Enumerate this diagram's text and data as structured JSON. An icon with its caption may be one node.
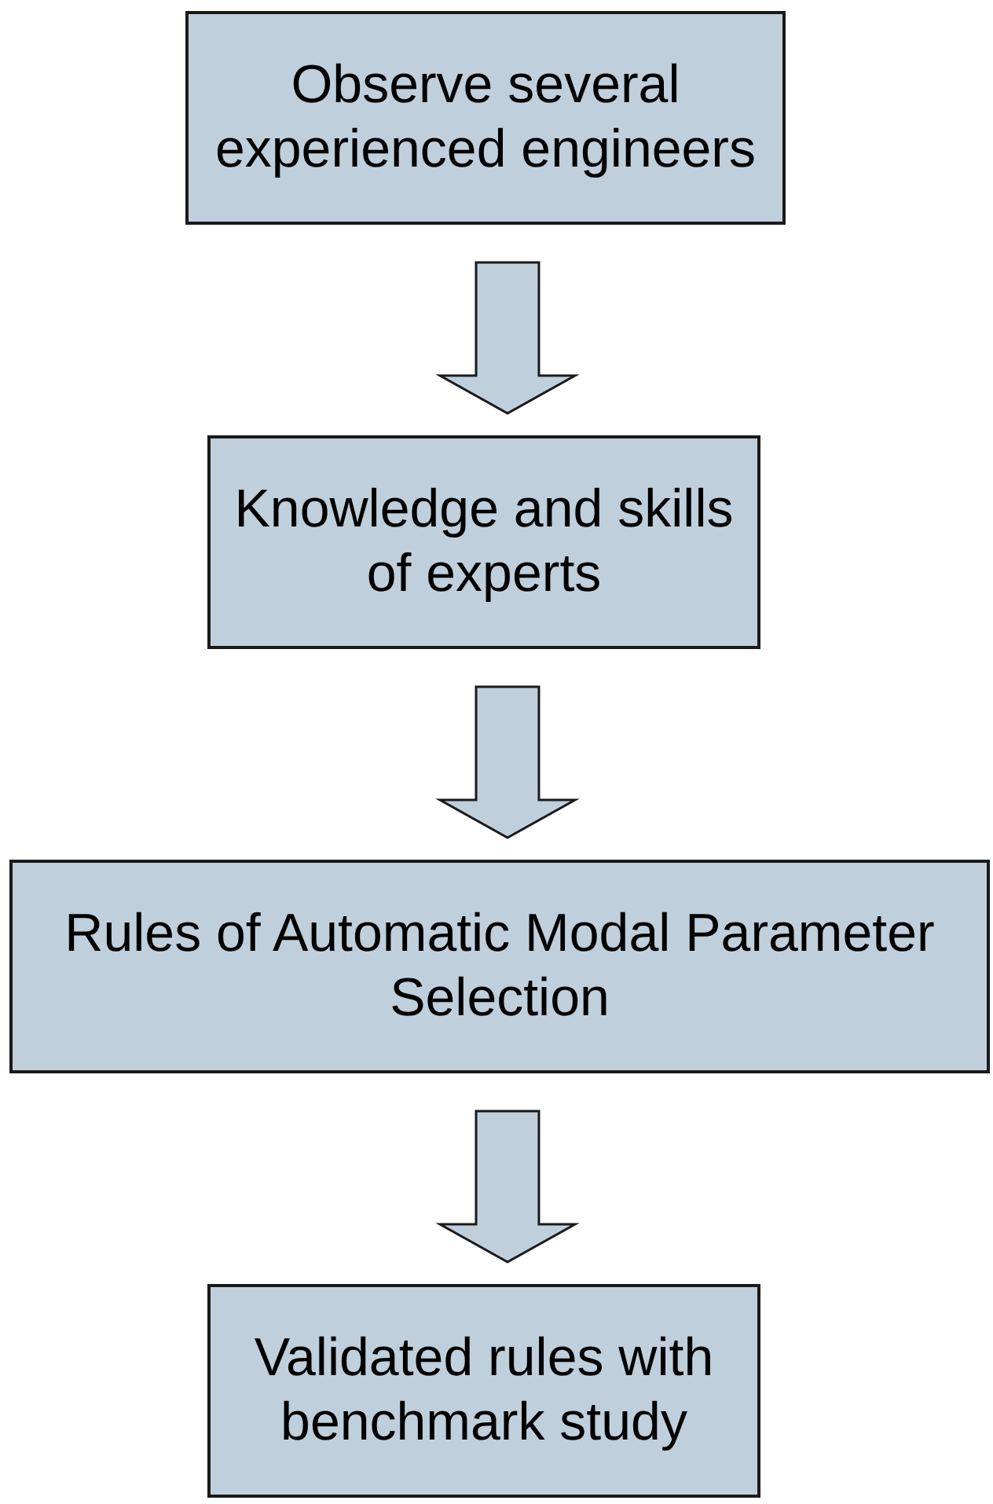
{
  "diagram": {
    "nodes": [
      {
        "text": [
          "Observe several experienced engineers"
        ]
      },
      {
        "text": [
          "Knowledge and skills of experts"
        ]
      },
      {
        "text": [
          "Rules of Automatic Modal Parameter Selection"
        ]
      },
      {
        "text": [
          "Validated rules with benchmark study"
        ]
      }
    ],
    "edges": [
      {
        "from": 0,
        "to": 1,
        "arrow": "to"
      },
      {
        "from": 1,
        "to": 2,
        "arrow": "to"
      },
      {
        "from": 2,
        "to": 3,
        "arrow": "to"
      }
    ]
  }
}
